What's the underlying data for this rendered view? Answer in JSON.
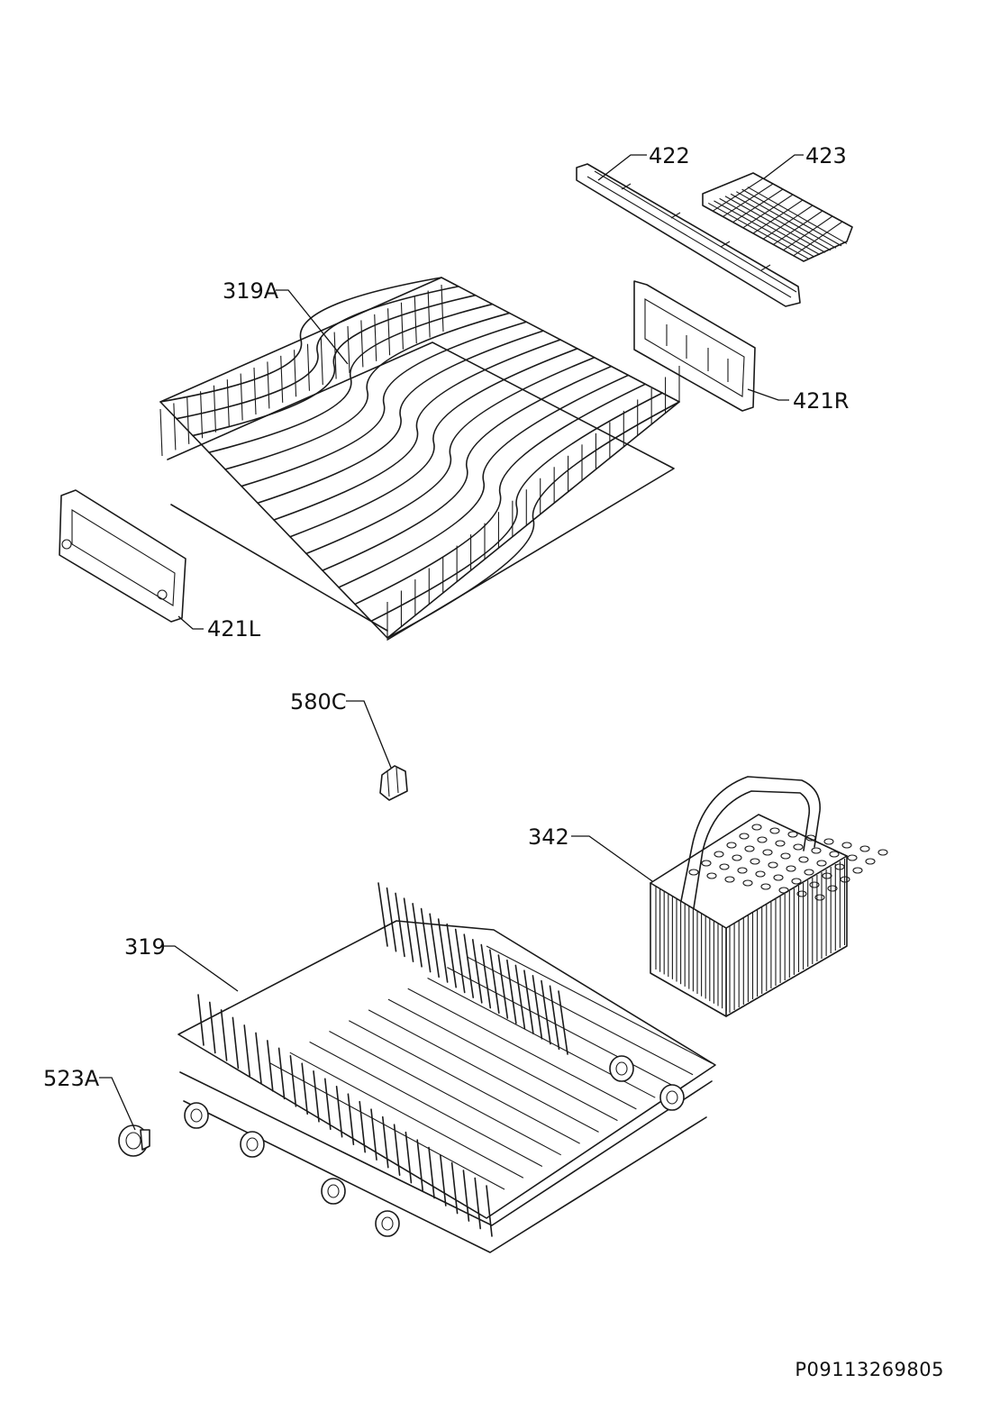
{
  "diagram": {
    "document_code": "P09113269805",
    "callouts": [
      {
        "id": "c422",
        "label": "422"
      },
      {
        "id": "c423",
        "label": "423"
      },
      {
        "id": "c319A",
        "label": "319A"
      },
      {
        "id": "c421R",
        "label": "421R"
      },
      {
        "id": "c421L",
        "label": "421L"
      },
      {
        "id": "c580C",
        "label": "580C"
      },
      {
        "id": "c342",
        "label": "342"
      },
      {
        "id": "c319",
        "label": "319"
      },
      {
        "id": "c523A",
        "label": "523A"
      }
    ]
  }
}
